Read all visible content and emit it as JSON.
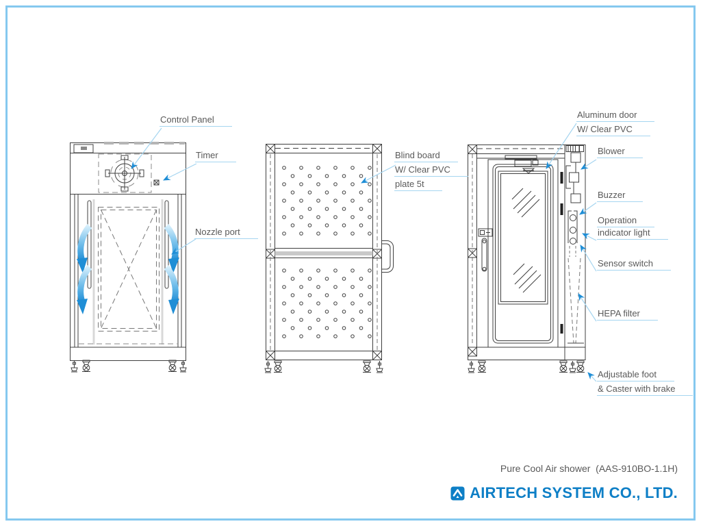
{
  "colors": {
    "frame_blue": "#85c8ef",
    "label_text": "#595959",
    "leader": "#a5d5f0",
    "arrow": "#1f8ed6",
    "logo_blue": "#0e7fc6",
    "line_dark": "#3f3f3f",
    "airflow_light": "#d6eefb",
    "airflow_mid": "#7cc4ed",
    "airflow_dark": "#1f8ed6"
  },
  "labels": {
    "control_panel": "Control Panel",
    "timer": "Timer",
    "nozzle_port": "Nozzle port",
    "blind_board": {
      "line1": "Blind board",
      "line2": "W/ Clear PVC",
      "line3": "plate 5t"
    },
    "aluminum_door": {
      "line1": "Aluminum door",
      "line2": "W/ Clear PVC"
    },
    "blower": "Blower",
    "buzzer": "Buzzer",
    "operation_indicator": {
      "line1": "Operation",
      "line2": "indicator light"
    },
    "sensor_switch": "Sensor switch",
    "hepa_filter": "HEPA filter",
    "adjustable_foot": {
      "line1": "Adjustable foot",
      "line2": "& Caster with brake"
    }
  },
  "footer": {
    "product_title": "Pure Cool Air shower  (AAS-910BO-1.1H)",
    "company": "AIRTECH SYSTEM CO., LTD."
  }
}
